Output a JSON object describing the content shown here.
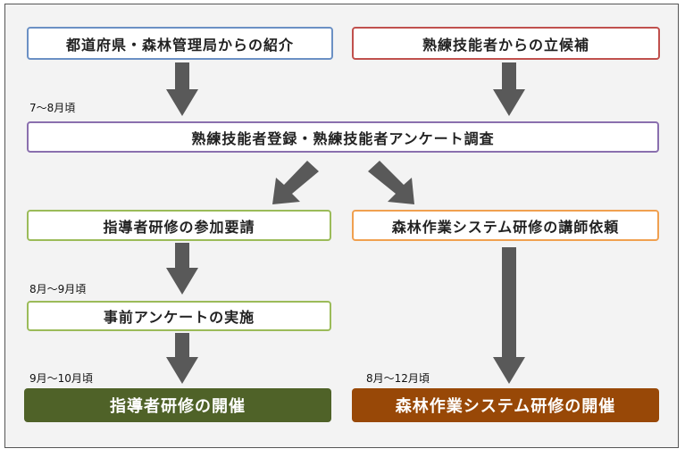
{
  "boxes": {
    "prefecture_referral": "都道府県・森林管理局からの紹介",
    "self_nomination": "熟練技能者からの立候補",
    "registration_survey": "熟練技能者登録・熟練技能者アンケート調査",
    "instructor_training_request": "指導者研修の参加要請",
    "forestry_system_lecturer_request": "森林作業システム研修の講師依頼",
    "pre_survey": "事前アンケートの実施",
    "instructor_training_held": "指導者研修の開催",
    "forestry_system_training_held": "森林作業システム研修の開催"
  },
  "periods": {
    "jul_aug": "7～8月頃",
    "aug_sep": "8月～9月頃",
    "sep_oct": "9月～10月頃",
    "aug_dec": "8月～12月頃"
  },
  "colors": {
    "blue_border": "#6b90c4",
    "red_border": "#c0504d",
    "purple_border": "#8a6fae",
    "green_border": "#9bbb59",
    "orange_border": "#f0a050",
    "dark_green_fill": "#4f6228",
    "brown_fill": "#984807",
    "arrow": "#595959",
    "background": "#f3f3f3"
  }
}
